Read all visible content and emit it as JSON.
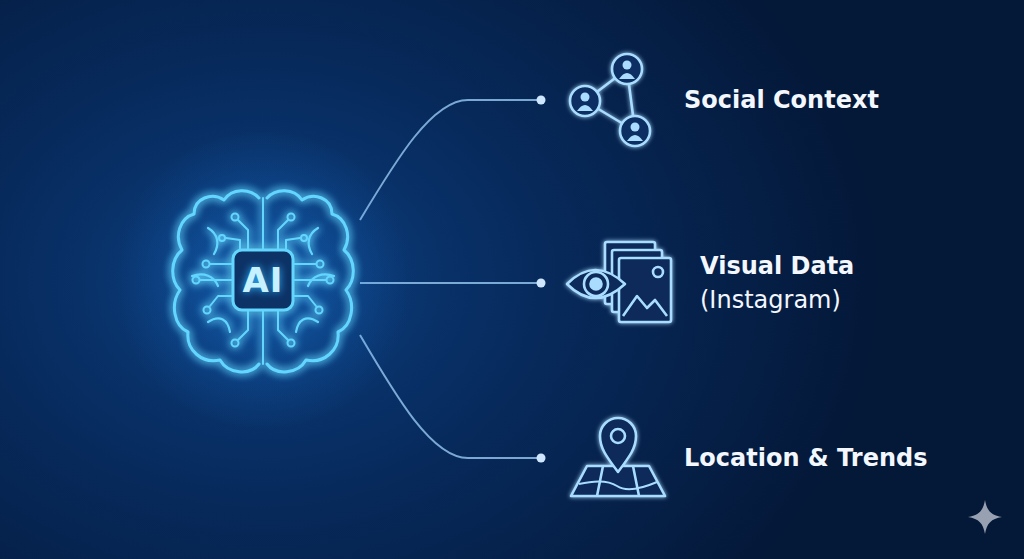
{
  "diagram": {
    "nodes": [
      {
        "text": [
          "AI"
        ]
      },
      {
        "text": [
          "Social Context"
        ]
      },
      {
        "text": [
          "Visual Data",
          "(Instagram)"
        ]
      },
      {
        "text": [
          "Location & Trends"
        ]
      }
    ],
    "edges": [
      {
        "from": 0,
        "to": 1,
        "arrow": "none"
      },
      {
        "from": 0,
        "to": 2,
        "arrow": "none"
      },
      {
        "from": 0,
        "to": 3,
        "arrow": "none"
      }
    ]
  }
}
